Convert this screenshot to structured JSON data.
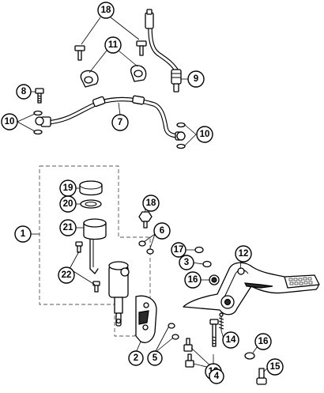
{
  "callouts": {
    "c1": "1",
    "c2": "2",
    "c3": "3",
    "c4": "4",
    "c5": "5",
    "c6": "6",
    "c7": "7",
    "c8": "8",
    "c9": "9",
    "c10a": "10",
    "c10b": "10",
    "c11": "11",
    "c12": "12",
    "c13": "13",
    "c14": "14",
    "c15": "15",
    "c16a": "16",
    "c16b": "16",
    "c17": "17",
    "c18a": "18",
    "c18b": "18",
    "c19": "19",
    "c20": "20",
    "c21": "21",
    "c22": "22"
  },
  "colors": {
    "line": "#000000",
    "background": "#ffffff",
    "dash": "#555555"
  }
}
